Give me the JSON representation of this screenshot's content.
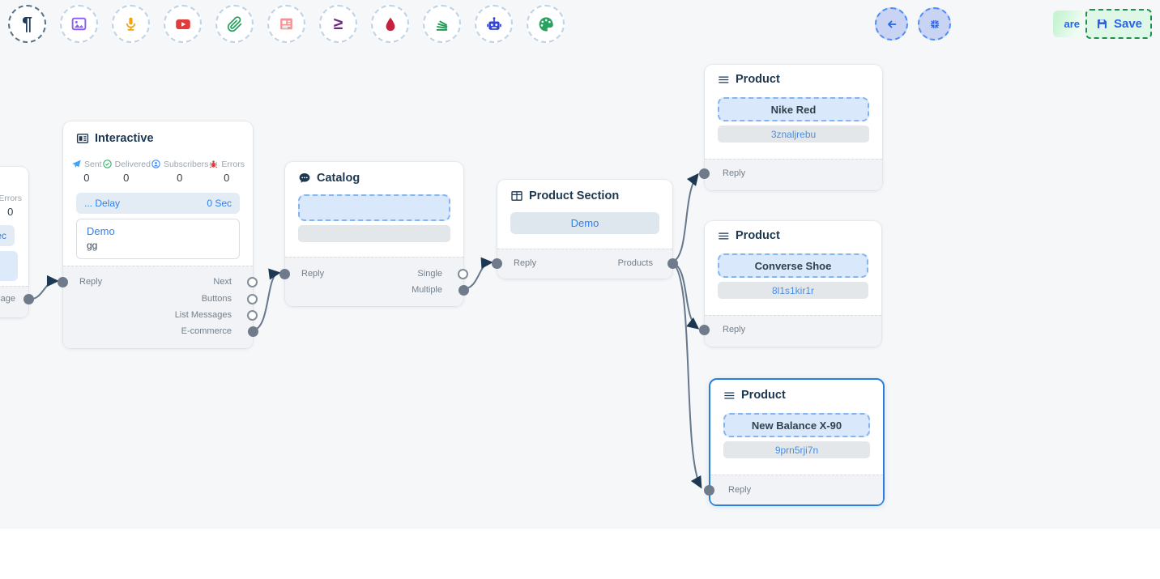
{
  "toolbar": {
    "items": [
      {
        "icon": "pilcrow-icon"
      },
      {
        "icon": "image-icon"
      },
      {
        "icon": "microphone-icon"
      },
      {
        "icon": "youtube-icon"
      },
      {
        "icon": "paperclip-icon"
      },
      {
        "icon": "newspaper-icon"
      },
      {
        "icon": "greater-equal-icon"
      },
      {
        "icon": "droplet-icon"
      },
      {
        "icon": "stack-icon"
      },
      {
        "icon": "robot-icon"
      },
      {
        "icon": "palette-icon"
      }
    ],
    "pilcrow_glyph": "¶",
    "gte_glyph": "≥"
  },
  "header_actions": {
    "back_icon": "arrow-left-icon",
    "fit_icon": "compress-icon",
    "share_fragment": "are",
    "save_label": "Save"
  },
  "flow": {
    "partial_node": {
      "errors_label": "Errors",
      "errors_value": "0",
      "delay_fragment": "Sec",
      "output_label": "essage"
    },
    "interactive": {
      "title": "Interactive",
      "stats": [
        {
          "label": "Sent",
          "value": "0"
        },
        {
          "label": "Delivered",
          "value": "0"
        },
        {
          "label": "Subscribers",
          "value": "0"
        },
        {
          "label": "Errors",
          "value": "0"
        }
      ],
      "delay_label": "... Delay",
      "delay_value": "0 Sec",
      "message_title": "Demo",
      "message_body": "gg",
      "input_label": "Reply",
      "outputs": [
        {
          "label": "Next"
        },
        {
          "label": "Buttons"
        },
        {
          "label": "List Messages"
        },
        {
          "label": "E-commerce"
        }
      ]
    },
    "catalog": {
      "title": "Catalog",
      "input_label": "Reply",
      "outputs": [
        {
          "label": "Single"
        },
        {
          "label": "Multiple"
        }
      ]
    },
    "product_section": {
      "title": "Product Section",
      "button_label": "Demo",
      "input_label": "Reply",
      "output_label": "Products"
    },
    "products": [
      {
        "title": "Product",
        "name": "Nike Red",
        "retailer_id": "3znaljrebu",
        "input_label": "Reply",
        "selected": false
      },
      {
        "title": "Product",
        "name": "Converse Shoe",
        "retailer_id": "8l1s1kir1r",
        "input_label": "Reply",
        "selected": false
      },
      {
        "title": "Product",
        "name": "New Balance X-90",
        "retailer_id": "9prn5rji7n",
        "input_label": "Reply",
        "selected": true
      }
    ],
    "connections": [
      {
        "from": "partial-node:Message",
        "to": "interactive:Reply"
      },
      {
        "from": "interactive:E-commerce",
        "to": "catalog:Reply"
      },
      {
        "from": "catalog:Multiple",
        "to": "product-section:Reply"
      },
      {
        "from": "product-section:Products",
        "to": "product-0:Reply"
      },
      {
        "from": "product-section:Products",
        "to": "product-1:Reply"
      },
      {
        "from": "product-section:Products",
        "to": "product-2:Reply"
      }
    ]
  },
  "colors": {
    "accent_blue": "#2f80ed",
    "save_green": "#1f8f4d",
    "selected_border": "#2b7fd9",
    "edge": "#66788c",
    "arrow": "#1c3852"
  }
}
